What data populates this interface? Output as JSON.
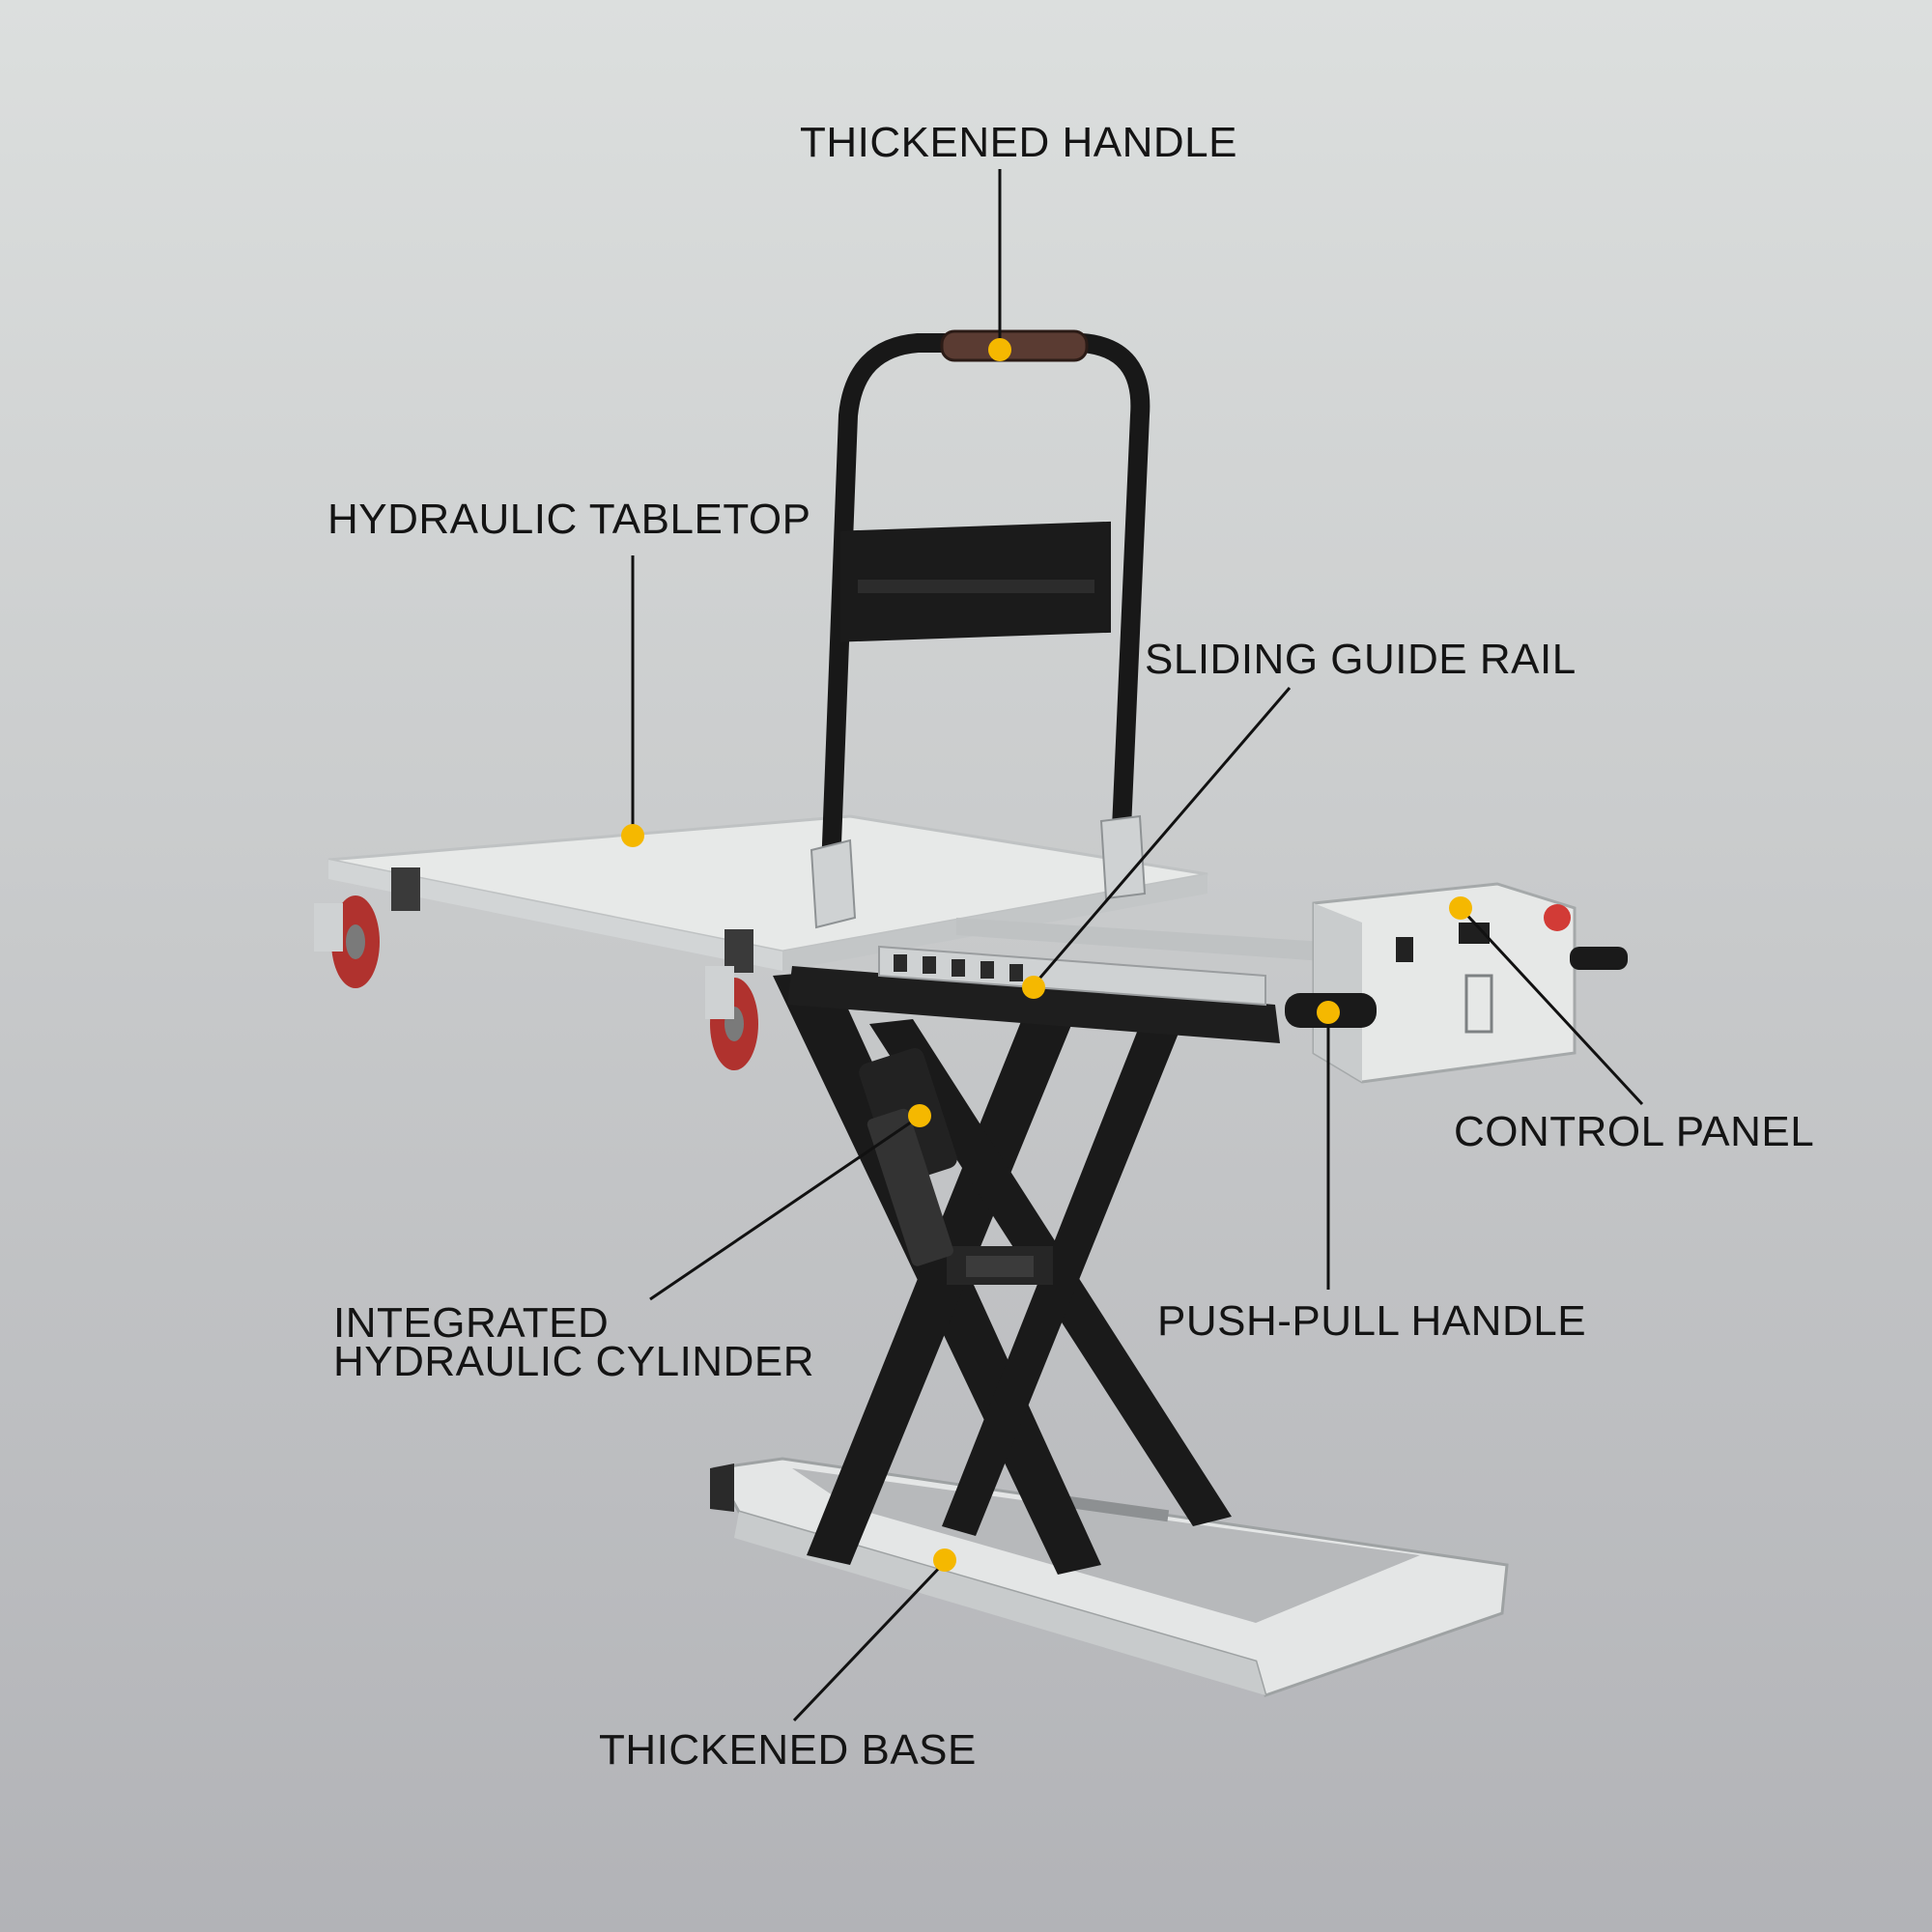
{
  "colors": {
    "background_top": "#dcdfde",
    "background_bottom": "#b2b3b7",
    "callout_dot": "#f5b800",
    "leader_line": "#111111",
    "frame_black": "#161616",
    "panel_white": "#e6e8e7",
    "wheel_red": "#b0322e"
  },
  "callouts": [
    {
      "id": "thickened-handle",
      "label": "THICKENED HANDLE"
    },
    {
      "id": "hydraulic-tabletop",
      "label": "HYDRAULIC TABLETOP"
    },
    {
      "id": "sliding-guide-rail",
      "label": "SLIDING GUIDE RAIL"
    },
    {
      "id": "control-panel",
      "label": "CONTROL PANEL"
    },
    {
      "id": "push-pull-handle",
      "label": "PUSH-PULL HANDLE"
    },
    {
      "id": "integrated-hydraulic-cylinder",
      "label_line1": "INTEGRATED",
      "label_line2": "HYDRAULIC CYLINDER"
    },
    {
      "id": "thickened-base",
      "label": "THICKENED BASE"
    }
  ]
}
